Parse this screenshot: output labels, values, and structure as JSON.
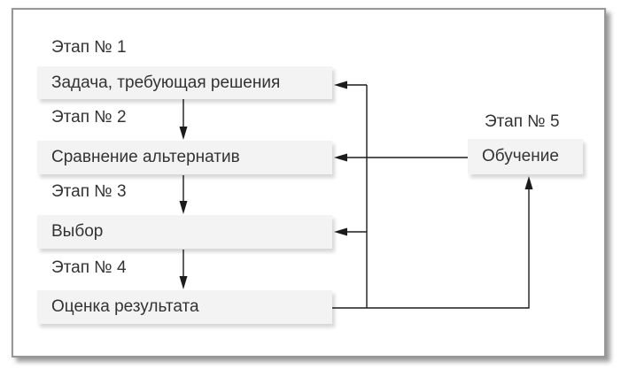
{
  "diagram": {
    "title_hint": "Decision process stages flowchart",
    "stages": [
      {
        "label": "Этап № 1",
        "box": "Задача, требующая решения"
      },
      {
        "label": "Этап № 2",
        "box": "Сравнение альтернатив"
      },
      {
        "label": "Этап № 3",
        "box": "Выбор"
      },
      {
        "label": "Этап № 4",
        "box": "Оценка результата"
      },
      {
        "label": "Этап № 5",
        "box": "Обучение"
      }
    ],
    "connections": [
      {
        "from": "Задача, требующая решения",
        "to": "Сравнение альтернатив",
        "type": "flow"
      },
      {
        "from": "Сравнение альтернатив",
        "to": "Выбор",
        "type": "flow"
      },
      {
        "from": "Выбор",
        "to": "Оценка результата",
        "type": "flow"
      },
      {
        "from": "Оценка результата",
        "to": "Обучение",
        "type": "feedback"
      },
      {
        "from": "Обучение",
        "to": "Сравнение альтернатив",
        "type": "feedback"
      },
      {
        "from": "Оценка результата",
        "to": "Задача, требующая решения",
        "type": "feedback"
      },
      {
        "from": "Оценка результата",
        "to": "Выбор",
        "type": "feedback"
      }
    ],
    "colors": {
      "box_fill": "#f3f3f3",
      "line": "#1c1c1c",
      "text": "#333333",
      "frame_border": "#979797",
      "page_background": "#ffffff"
    }
  }
}
